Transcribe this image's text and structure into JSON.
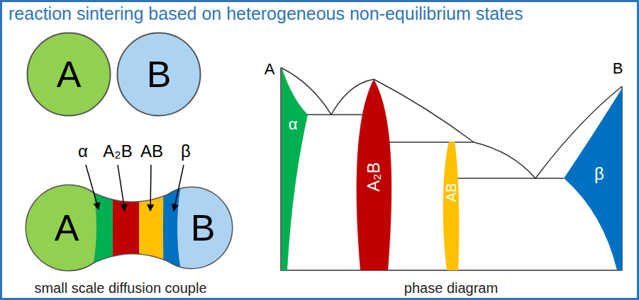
{
  "diagram": {
    "title": "reaction sintering based on heterogeneous non-equilibrium states",
    "nodes": [
      {
        "text": [
          "A"
        ]
      },
      {
        "text": [
          "B"
        ]
      },
      {
        "text": [
          "A"
        ]
      },
      {
        "text": [
          "B"
        ]
      },
      {
        "text": [
          "α"
        ]
      },
      {
        "text": [
          "A₂B"
        ]
      },
      {
        "text": [
          "AB"
        ]
      },
      {
        "text": [
          "β"
        ]
      }
    ],
    "labels": [
      "α",
      "A₂B",
      "AB",
      "β",
      "A",
      "B",
      "small scale diffusion couple",
      "phase diagram"
    ]
  }
}
